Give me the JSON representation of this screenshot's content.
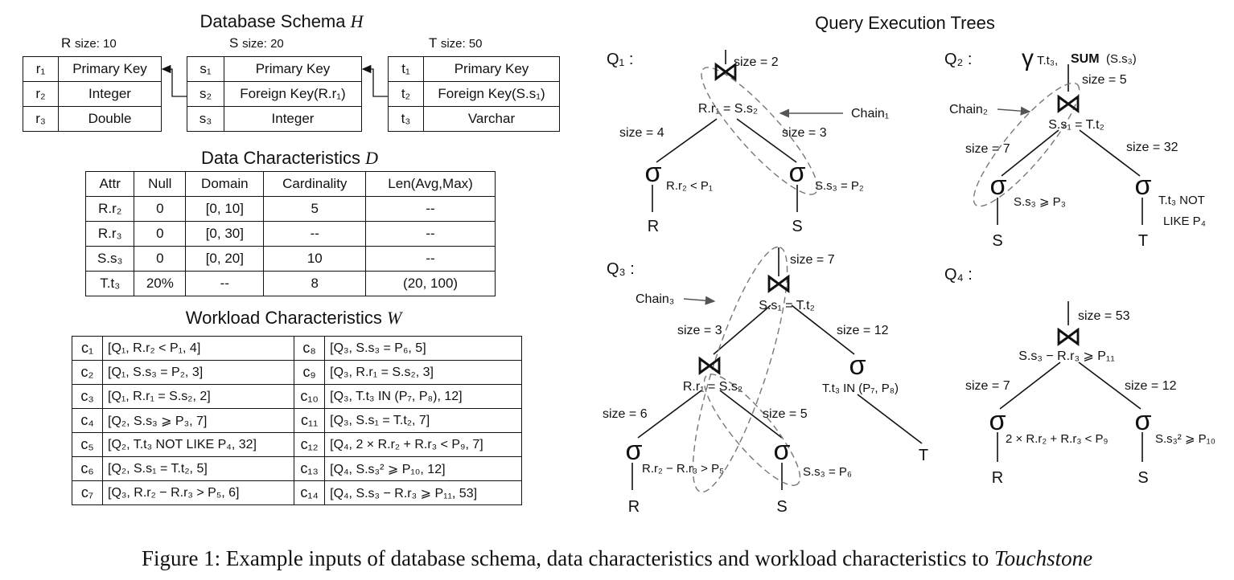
{
  "schema": {
    "title": "Database Schema ",
    "title_var": "H",
    "tables": [
      {
        "name": "R",
        "size": "size: 10",
        "rows": [
          [
            "r₁",
            "Primary Key"
          ],
          [
            "r₂",
            "Integer"
          ],
          [
            "r₃",
            "Double"
          ]
        ]
      },
      {
        "name": "S",
        "size": "size: 20",
        "rows": [
          [
            "s₁",
            "Primary Key"
          ],
          [
            "s₂",
            "Foreign Key(R.r₁)"
          ],
          [
            "s₃",
            "Integer"
          ]
        ]
      },
      {
        "name": "T",
        "size": "size: 50",
        "rows": [
          [
            "t₁",
            "Primary Key"
          ],
          [
            "t₂",
            "Foreign Key(S.s₁)"
          ],
          [
            "t₃",
            "Varchar"
          ]
        ]
      }
    ]
  },
  "data_char": {
    "title": "Data Characteristics ",
    "title_var": "D",
    "headers": [
      "Attr",
      "Null",
      "Domain",
      "Cardinality",
      "Len(Avg,Max)"
    ],
    "rows": [
      [
        "R.r₂",
        "0",
        "[0, 10]",
        "5",
        "--"
      ],
      [
        "R.r₃",
        "0",
        "[0, 30]",
        "--",
        "--"
      ],
      [
        "S.s₃",
        "0",
        "[0, 20]",
        "10",
        "--"
      ],
      [
        "T.t₃",
        "20%",
        "--",
        "8",
        "(20, 100)"
      ]
    ]
  },
  "workload": {
    "title": "Workload Characteristics ",
    "title_var": "W",
    "rows": [
      [
        "c₁",
        "[Q₁, R.r₂ < P₁, 4]",
        "c₈",
        "[Q₃, S.s₃ = P₆, 5]"
      ],
      [
        "c₂",
        "[Q₁, S.s₃ = P₂, 3]",
        "c₉",
        "[Q₃, R.r₁ = S.s₂, 3]"
      ],
      [
        "c₃",
        "[Q₁, R.r₁ = S.s₂, 2]",
        "c₁₀",
        "[Q₃, T.t₃ IN (P₇, P₈), 12]"
      ],
      [
        "c₄",
        "[Q₂, S.s₃ ⩾ P₃, 7]",
        "c₁₁",
        "[Q₃, S.s₁ = T.t₂, 7]"
      ],
      [
        "c₅",
        "[Q₂, T.t₃ NOT LIKE P₄, 32]",
        "c₁₂",
        "[Q₄, 2 × R.r₂ + R.r₃ < P₉, 7]"
      ],
      [
        "c₆",
        "[Q₂, S.s₁ = T.t₂, 5]",
        "c₁₃",
        "[Q₄, S.s₃² ⩾ P₁₀, 12]"
      ],
      [
        "c₇",
        "[Q₃, R.r₂ − R.r₃ > P₅, 6]",
        "c₁₄",
        "[Q₄, S.s₃ − R.r₃ ⩾ P₁₁, 53]"
      ]
    ]
  },
  "trees": {
    "title": "Query Execution Trees",
    "q1": {
      "label": "Q₁ :",
      "top_size": "size = 2",
      "join": "R.r₁ = S.s₂",
      "chain": "Chain₁",
      "left_size": "size = 4",
      "right_size": "size = 3",
      "left_sel": "R.r₂ < P₁",
      "right_sel": "S.s₃ = P₂",
      "left_leaf": "R",
      "right_leaf": "S"
    },
    "q2": {
      "label": "Q₂ :",
      "agg_sym": "γ",
      "agg_group": "T.t₃,",
      "agg_fn": "SUM",
      "agg_arg": "(S.s₃)",
      "top_size": "size = 5",
      "join": "S.s₁ = T.t₂",
      "chain": "Chain₂",
      "left_size": "size = 7",
      "right_size": "size = 32",
      "left_sel": "S.s₃ ⩾ P₃",
      "right_sel1": "T.t₃ NOT",
      "right_sel2": "LIKE P₄",
      "left_leaf": "S",
      "right_leaf": "T"
    },
    "q3": {
      "label": "Q₃ :",
      "top_size": "size = 7",
      "join_top": "S.s₁ = T.t₂",
      "chain": "Chain₃",
      "mid_left_size": "size = 3",
      "mid_right_size": "size = 12",
      "join_low": "R.r₁ = S.s₂",
      "right_sel": "T.t₃ IN (P₇, P₈)",
      "low_left_size": "size = 6",
      "low_right_size": "size = 5",
      "left_sel": "R.r₂ − R.r₃ > P₅",
      "mid_sel": "S.s₃ = P₆",
      "leaf_r": "R",
      "leaf_s": "S",
      "leaf_t": "T"
    },
    "q4": {
      "label": "Q₄ :",
      "top_size": "size = 53",
      "join": "S.s₃ − R.r₃ ⩾ P₁₁",
      "left_size": "size = 7",
      "right_size": "size = 12",
      "left_sel": "2 × R.r₂ + R.r₃ < P₉",
      "right_sel": "S.s₃² ⩾ P₁₀",
      "left_leaf": "R",
      "right_leaf": "S"
    }
  },
  "caption": {
    "text": "Figure 1: Example inputs of database schema, data characteristics and workload characteristics to ",
    "italic": "Touchstone"
  }
}
